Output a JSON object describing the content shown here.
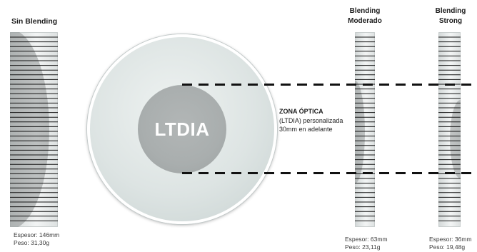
{
  "colors": {
    "text": "#1e1e1e",
    "dash": "#111111",
    "optical_zone": "#a9aeae",
    "lens_body": "#dde4e3",
    "lens_label": "#ffffff"
  },
  "sin_blending": {
    "title": "Sin Blending",
    "espesor": "Espesor: 146mm",
    "peso": "Peso: 31,30g"
  },
  "lens_front": {
    "center_label": "LTDIA"
  },
  "optical_zone": {
    "title": "ZONA ÓPTICA",
    "line1": "(LTDIA) personalizada",
    "line2": "30mm en adelante"
  },
  "blending_moderado": {
    "title_line1": "Blending",
    "title_line2": "Moderado",
    "espesor": "Espesor: 63mm",
    "peso": "Peso: 23,11g"
  },
  "blending_strong": {
    "title_line1": "Blending",
    "title_line2": "Strong",
    "espesor": "Espesor: 36mm",
    "peso": "Peso: 19,48g"
  }
}
